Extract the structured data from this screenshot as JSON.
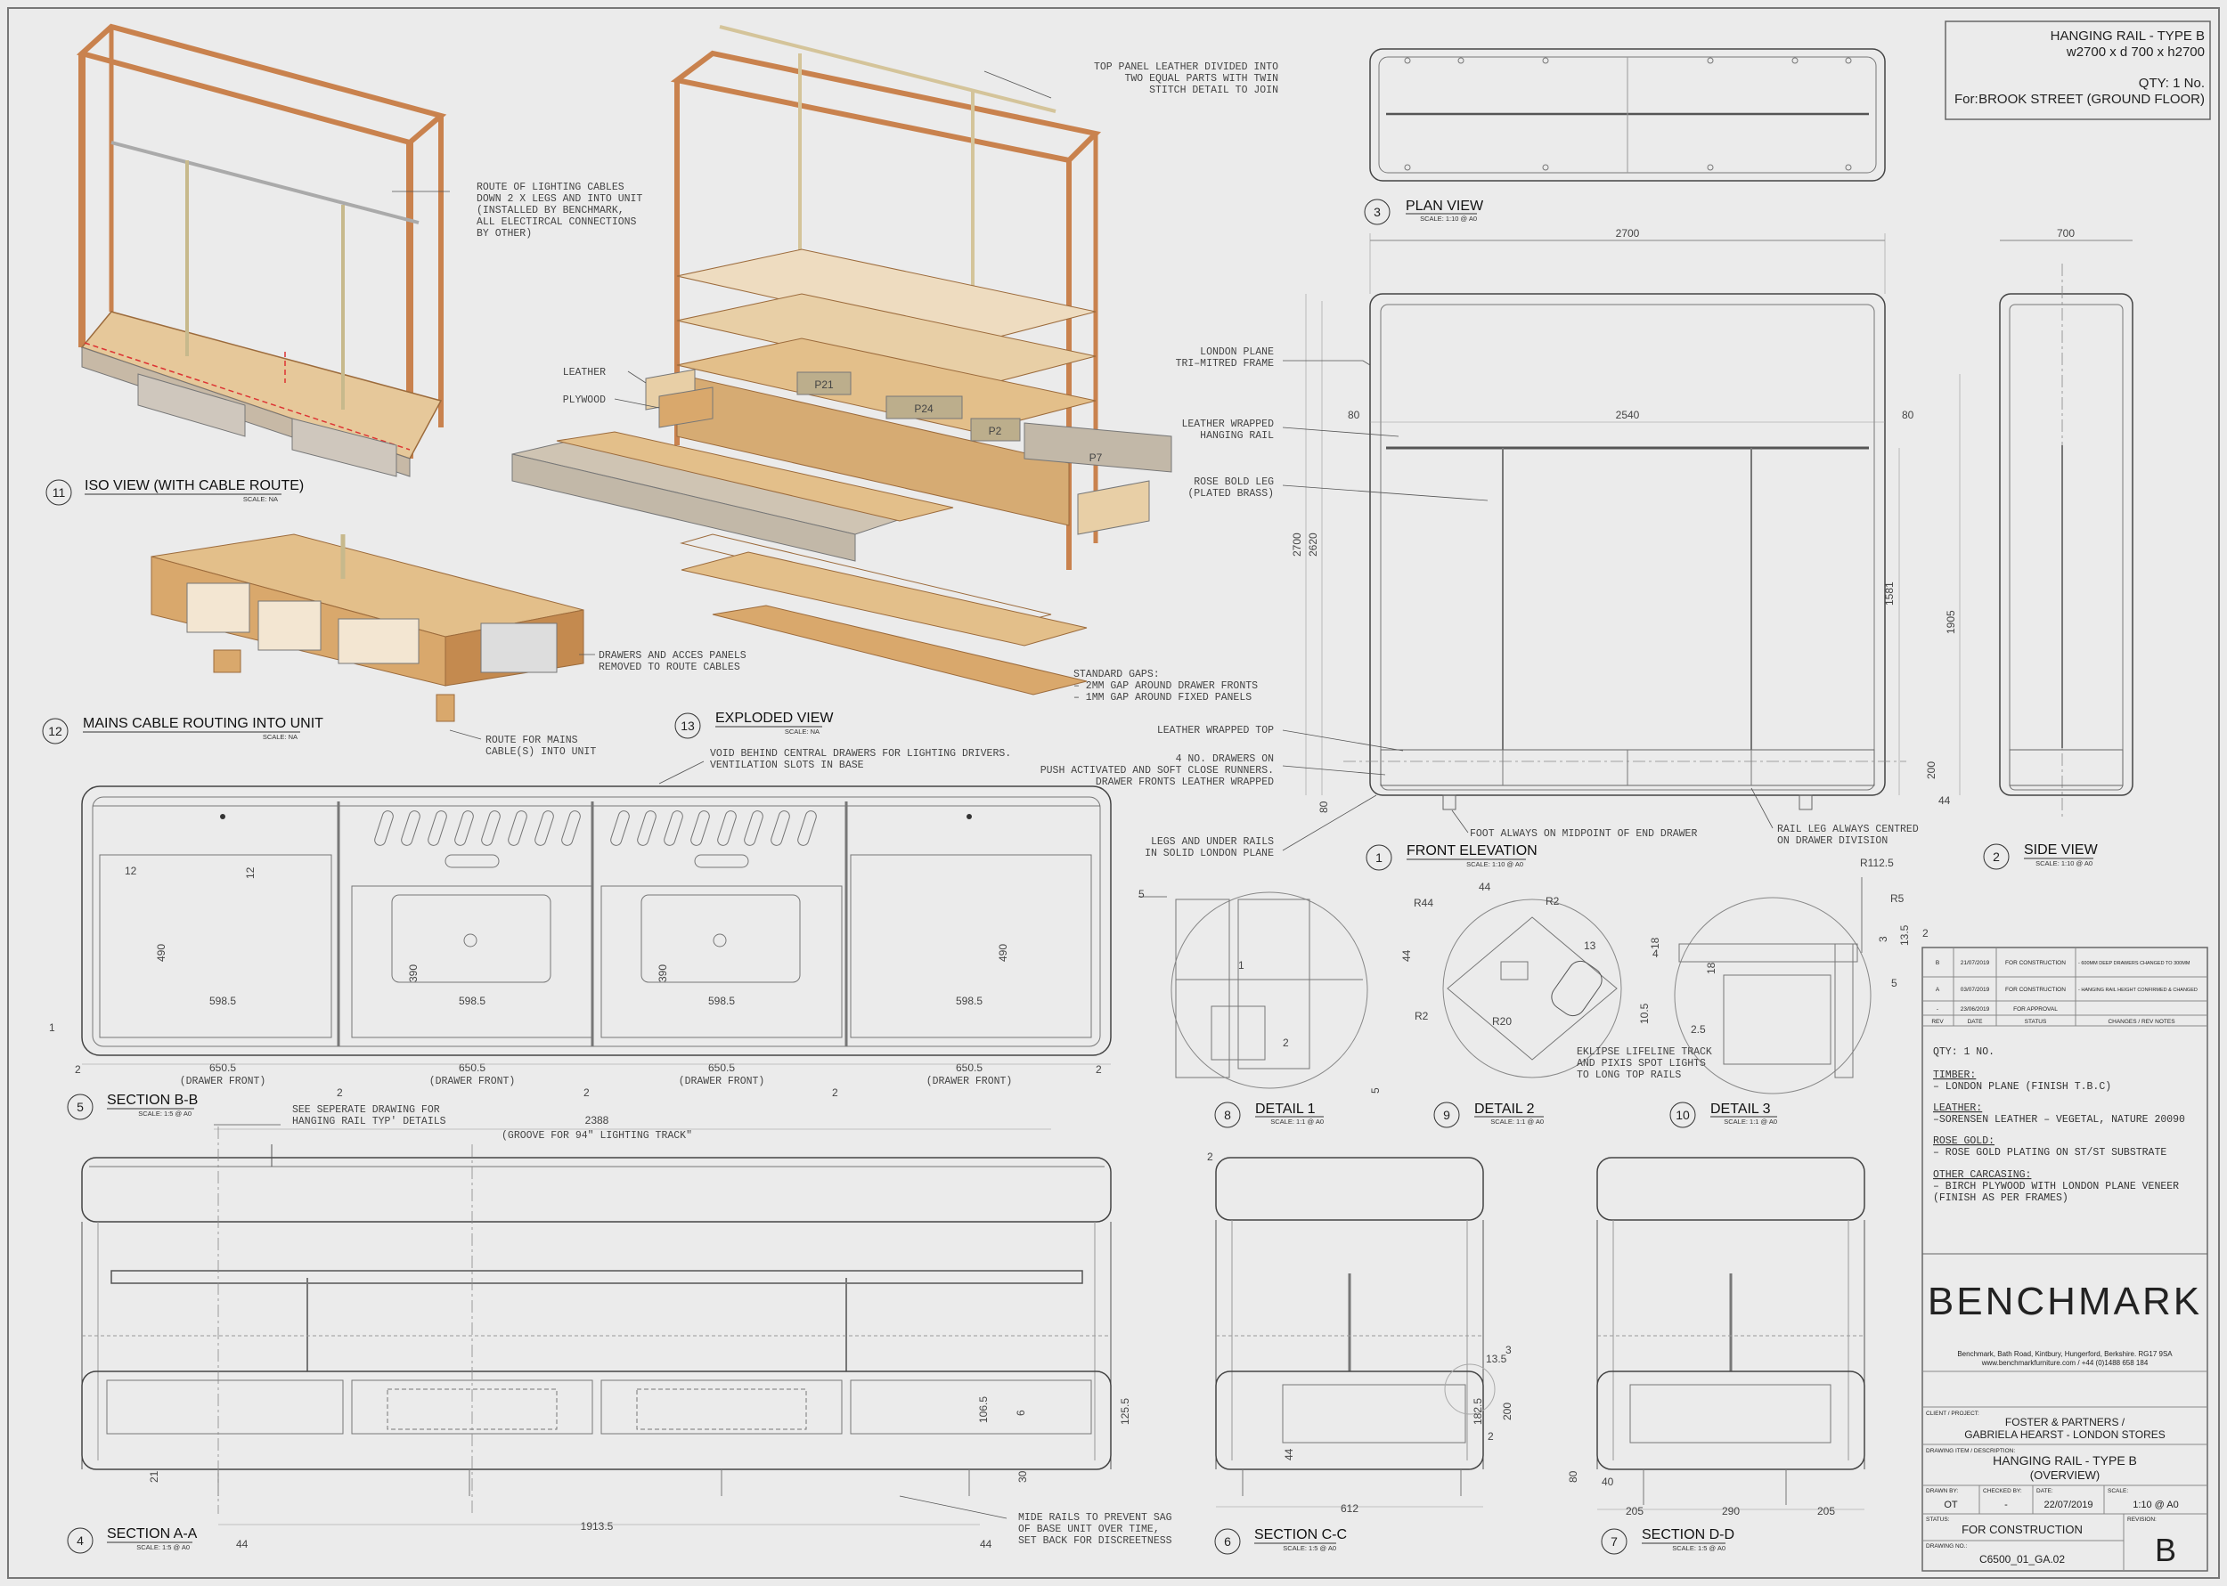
{
  "title_block": {
    "name": "HANGING RAIL - TYPE B",
    "size": "w2700 x d 700 x h2700",
    "qty": "QTY:  1 No.",
    "for_label": "For:",
    "for_value": "BROOK STREET (GROUND FLOOR)"
  },
  "views": [
    {
      "num": "11",
      "title": "ISO VIEW (WITH CABLE ROUTE)",
      "scale": "SCALE: NA"
    },
    {
      "num": "12",
      "title": "MAINS CABLE ROUTING INTO UNIT",
      "scale": "SCALE: NA"
    },
    {
      "num": "13",
      "title": "EXPLODED VIEW",
      "scale": "SCALE: NA"
    },
    {
      "num": "3",
      "title": "PLAN VIEW",
      "scale": "SCALE: 1:10 @ A0"
    },
    {
      "num": "1",
      "title": "FRONT ELEVATION",
      "scale": "SCALE: 1:10 @ A0"
    },
    {
      "num": "2",
      "title": "SIDE VIEW",
      "scale": "SCALE: 1:10 @ A0"
    },
    {
      "num": "5",
      "title": "SECTION B-B",
      "scale": "SCALE: 1:5 @ A0"
    },
    {
      "num": "8",
      "title": "DETAIL 1",
      "scale": "SCALE: 1:1 @ A0"
    },
    {
      "num": "9",
      "title": "DETAIL 2",
      "scale": "SCALE: 1:1 @ A0"
    },
    {
      "num": "10",
      "title": "DETAIL 3",
      "scale": "SCALE: 1:1 @ A0"
    },
    {
      "num": "4",
      "title": "SECTION A-A",
      "scale": "SCALE: 1:5 @ A0"
    },
    {
      "num": "6",
      "title": "SECTION C-C",
      "scale": "SCALE: 1:5 @ A0"
    },
    {
      "num": "7",
      "title": "SECTION D-D",
      "scale": "SCALE: 1:5 @ A0"
    }
  ],
  "annotations": {
    "cable_route": [
      "ROUTE OF LIGHTING CABLES",
      "DOWN 2 X LEGS AND INTO UNIT",
      "(INSTALLED BY BENCHMARK,",
      "ALL ELECTIRCAL CONNECTIONS",
      "BY OTHER)"
    ],
    "top_panel": [
      "TOP PANEL LEATHER DIVIDED INTO",
      "TWO EQUAL PARTS WITH TWIN",
      "STITCH DETAIL TO JOIN"
    ],
    "leather": "LEATHER",
    "plywood": "PLYWOOD",
    "drawers_panels": [
      "DRAWERS AND ACCES PANELS",
      "REMOVED TO ROUTE CABLES"
    ],
    "route_mains": [
      "ROUTE FOR MAINS",
      "CABLE(S) INTO UNIT"
    ],
    "standard_gaps": [
      "STANDARD GAPS:",
      "– 2MM GAP AROUND DRAWER FRONTS",
      "– 1MM GAP AROUND FIXED PANELS"
    ],
    "void_behind": [
      "VOID BEHIND CENTRAL DRAWERS FOR LIGHTING DRIVERS.",
      "VENTILATION SLOTS IN BASE"
    ],
    "london_plane": [
      "LONDON PLANE",
      "TRI–MITRED FRAME"
    ],
    "leather_rail": [
      "LEATHER WRAPPED",
      "HANGING RAIL"
    ],
    "rose_leg": [
      "ROSE BOLD LEG",
      "(PLATED BRASS)"
    ],
    "leather_top": "LEATHER WRAPPED TOP",
    "four_drawers": [
      "4 NO. DRAWERS ON",
      "PUSH ACTIVATED AND SOFT CLOSE RUNNERS.",
      "DRAWER FRONTS LEATHER WRAPPED"
    ],
    "legs_rails": [
      "LEGS AND UNDER RAILS",
      "IN SOLID LONDON PLANE"
    ],
    "foot_always": "FOOT ALWAYS ON MIDPOINT OF END DRAWER",
    "rail_leg": [
      "RAIL LEG ALWAYS CENTRED",
      "ON DRAWER DIVISION"
    ],
    "eklipse": [
      "EKLIPSE LIFELINE TRACK",
      "AND PIXIS SPOT LIGHTS",
      "TO LONG TOP RAILS"
    ],
    "see_separate": [
      "SEE SEPERATE DRAWING FOR",
      "HANGING RAIL TYP' DETAILS"
    ],
    "groove": "(GROOVE FOR 94\" LIGHTING TRACK\"",
    "mide_rails": [
      "MIDE RAILS TO PREVENT SAG",
      "OF BASE UNIT OVER TIME,",
      "SET BACK FOR DISCREETNESS"
    ],
    "drawer_front": "(DRAWER FRONT)"
  },
  "dimensions": {
    "front_width": "2700",
    "front_inner": "2540",
    "front_side": "80",
    "front_height": "2700",
    "front_h2": "2620",
    "front_leg": "1581",
    "front_rail": "1905",
    "front_200": "200",
    "front_44": "44",
    "front_80": "80",
    "side_width": "700",
    "sb_12a": "12",
    "sb_12b": "12",
    "sb_490": "490",
    "sb_390": "390",
    "sb_5985": "598.5",
    "sb_6505": "650.5",
    "sb_2": "2",
    "sb_1": "1",
    "sa_2388": "2388",
    "sa_19135": "1913.5",
    "sa_44": "44",
    "sa_21": "21",
    "sa_1065": "106.5",
    "sa_1255": "125.5",
    "sa_6": "6",
    "sa_30": "30",
    "sc_612": "612",
    "sc_135": "13.5",
    "sc_1825": "182.5",
    "sc_200": "200",
    "sc_44": "44",
    "sc_2": "2",
    "sc_3": "3",
    "sd_205": "205",
    "sd_290": "290",
    "sd_40": "40",
    "sd_80": "80",
    "d1_5": "5",
    "d1_1": "1",
    "d1_2": "2",
    "d2_44": "44",
    "d2_r44": "R44",
    "d2_r2": "R2",
    "d2_r20": "R20",
    "d2_13": "13",
    "d2_105": "10.5",
    "d2_4": "4",
    "d3_r1125": "R112.5",
    "d3_r5": "R5",
    "d3_18": "18",
    "d3_3": "3",
    "d3_135": "13.5",
    "d3_2": "2",
    "d3_5": "5",
    "d3_25": "2.5",
    "drawer_p21": "P21",
    "drawer_p24": "P24",
    "drawer_p2": "P2",
    "drawer_p7": "P7"
  },
  "revisions": {
    "rows": [
      {
        "rev": "B",
        "date": "21/07/2019",
        "status": "FOR CONSTRUCTION",
        "notes": "- 600MM DEEP DRAWERS CHANGED TO 300MM"
      },
      {
        "rev": "A",
        "date": "03/07/2019",
        "status": "FOR CONSTRUCTION",
        "notes": "- HANGING RAIL HEIGHT CONFIRMED & CHANGED"
      },
      {
        "rev": "-",
        "date": "23/06/2019",
        "status": "FOR APPROVAL",
        "notes": ""
      }
    ],
    "headers": [
      "REV",
      "DATE",
      "STATUS",
      "CHANGES / REV NOTES"
    ]
  },
  "material_notes": {
    "qty": "QTY:  1 NO.",
    "timber_h": "TIMBER:",
    "timber": "– LONDON PLANE (FINISH T.B.C)",
    "leather_h": "LEATHER:",
    "leather": "–SORENSEN LEATHER – VEGETAL, NATURE 20090",
    "rose_h": "ROSE GOLD:",
    "rose": "– ROSE GOLD PLATING ON ST/ST SUBSTRATE",
    "other_h": "OTHER CARCASING:",
    "other1": "– BIRCH PLYWOOD WITH LONDON PLANE VENEER",
    "other2": "(FINISH AS PER FRAMES)"
  },
  "company": {
    "logo": "BENCHMARK",
    "address": "Benchmark, Bath Road, Kintbury, Hungerford, Berkshire. RG17 9SA",
    "web": "www.benchmarkfurniture.com / +44 (0)1488 658 184"
  },
  "drawing_info": {
    "client_label": "CLIENT / PROJECT:",
    "client1": "FOSTER & PARTNERS /",
    "client2": "GABRIELA HEARST - LONDON STORES",
    "item_label": "DRAWING ITEM / DESCRIPTION:",
    "item1": "HANGING RAIL - TYPE B",
    "item2": "(OVERVIEW)",
    "drawn_by_label": "DRAWN BY:",
    "drawn_by": "OT",
    "checked_label": "CHECKED BY:",
    "checked": "-",
    "date_label": "DATE:",
    "date": "22/07/2019",
    "scale_label": "SCALE:",
    "scale": "1:10 @ A0",
    "status_label": "STATUS:",
    "status": "FOR CONSTRUCTION",
    "revision_label": "REVISION:",
    "revision": "B",
    "drawing_no_label": "DRAWING NO.:",
    "drawing_no": "C6500_01_GA.02"
  },
  "colors": {
    "wood": "#d9a86c",
    "wood_light": "#e8cfa6",
    "frame": "#c9824e",
    "line": "#555555",
    "paper": "#ebebeb"
  }
}
